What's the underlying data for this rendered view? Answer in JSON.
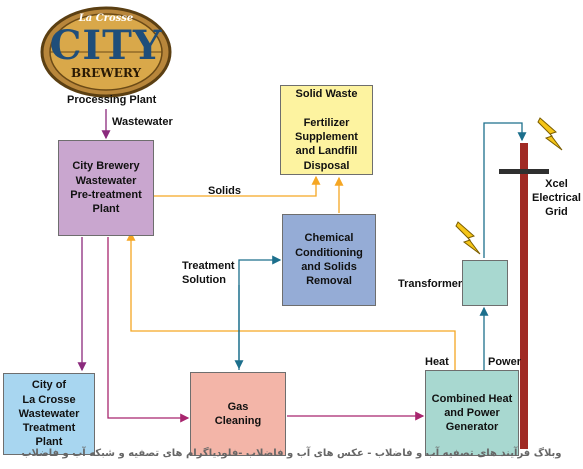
{
  "logo": {
    "top": "La Crosse",
    "main": "CITY",
    "sub": "BREWERY"
  },
  "labels": {
    "processing_plant": "Processing Plant",
    "wastewater": "Wastewater",
    "solids": "Solids",
    "treatment_solution": "Treatment\nSolution",
    "transformer": "Transformer",
    "heat": "Heat",
    "power": "Power",
    "xcel": "Xcel\nElectrical\nGrid"
  },
  "boxes": {
    "solid_waste": "Solid Waste\n\nFertilizer\nSupplement\nand Landfill\nDisposal",
    "pretreatment": "City Brewery\nWastewater\nPre-treatment\nPlant",
    "chemical": "Chemical\nConditioning\nand Solids\nRemoval",
    "city_plant": "City of\nLa Crosse\nWastewater\nTreatment Plant",
    "gas": "Gas\nCleaning",
    "chp": "Combined Heat\nand Power\nGenerator"
  },
  "footer": "وبلاگ فرآیند های تصفیه آب و فاضلاب - عکس های آب و فاضلاب -فلودیاگرام های تصفیه و شبکه آب و فاضلاب",
  "colors": {
    "purple_box": "#c9a6cf",
    "blue_box": "#95acd6",
    "light_blue_box": "#a8d6f0",
    "salmon_box": "#f3b5a8",
    "teal_box": "#a8d8d0",
    "yellow_box": "#fdf3a0",
    "wastewater_line": "#8b2a7d",
    "solids_line": "#f5a623",
    "solution_line": "#1c6f8c",
    "gas_line": "#a8256e"
  }
}
